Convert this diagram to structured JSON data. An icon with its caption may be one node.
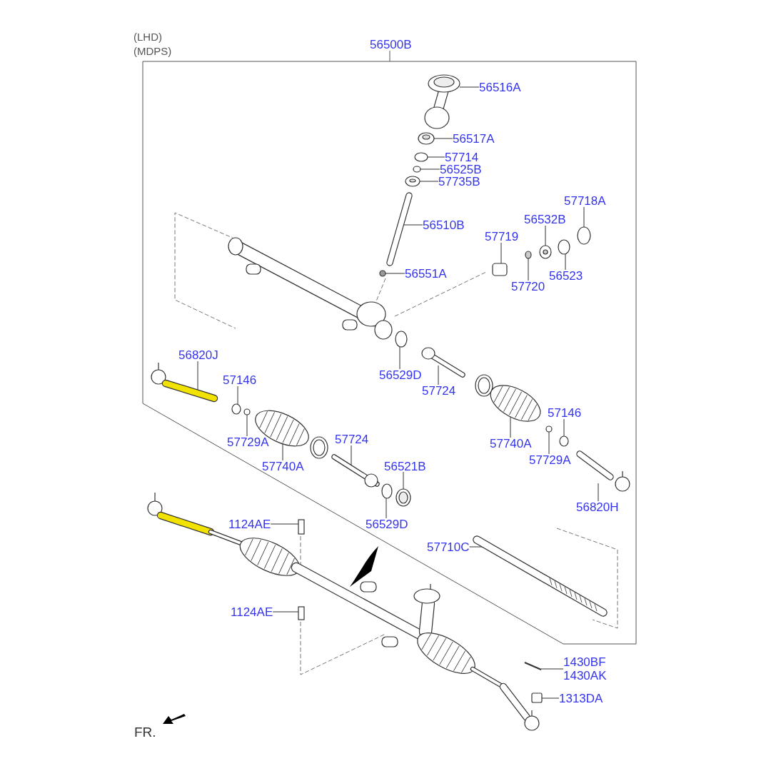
{
  "diagram": {
    "nodes": [
      {
        "text": [
          "56500B"
        ]
      },
      {
        "text": [
          "56516A"
        ],
        "in": 0
      },
      {
        "text": [
          "56517A"
        ],
        "in": 0
      },
      {
        "text": [
          "57714"
        ],
        "in": 0
      },
      {
        "text": [
          "56525B"
        ],
        "in": 0
      },
      {
        "text": [
          "57735B"
        ],
        "in": 0
      },
      {
        "text": [
          "56510B"
        ],
        "in": 0
      },
      {
        "text": [
          "56551A"
        ],
        "in": 0
      },
      {
        "text": [
          "57718A"
        ],
        "in": 0
      },
      {
        "text": [
          "56532B"
        ],
        "in": 0
      },
      {
        "text": [
          "57719"
        ],
        "in": 0
      },
      {
        "text": [
          "56523"
        ],
        "in": 0
      },
      {
        "text": [
          "57720"
        ],
        "in": 0
      },
      {
        "text": [
          "56529D"
        ],
        "in": 0
      },
      {
        "text": [
          "57724"
        ],
        "in": 0
      },
      {
        "text": [
          "56820J"
        ],
        "in": 0
      },
      {
        "text": [
          "57146"
        ],
        "in": 0
      },
      {
        "text": [
          "57729A"
        ],
        "in": 0
      },
      {
        "text": [
          "57740A"
        ],
        "in": 0
      },
      {
        "text": [
          "57724"
        ],
        "in": 0
      },
      {
        "text": [
          "56521B"
        ],
        "in": 0
      },
      {
        "text": [
          "56529D"
        ],
        "in": 0
      },
      {
        "text": [
          "57740A"
        ],
        "in": 0
      },
      {
        "text": [
          "57146"
        ],
        "in": 0
      },
      {
        "text": [
          "57729A"
        ],
        "in": 0
      },
      {
        "text": [
          "56820H"
        ],
        "in": 0
      },
      {
        "text": [
          "57710C"
        ],
        "in": 0
      },
      {
        "text": [
          "1124AE"
        ]
      },
      {
        "text": [
          "1124AE"
        ]
      },
      {
        "text": [
          "1430BF",
          "1430AK"
        ]
      },
      {
        "text": [
          "1313DA"
        ]
      },
      {
        "text": [],
        "shape": "picture",
        "in": 0
      },
      {
        "text": [],
        "shape": "picture",
        "in": 0
      },
      {
        "text": [],
        "shape": "circle",
        "in": 0
      },
      {
        "text": [],
        "shape": "circle",
        "in": 0
      },
      {
        "text": [],
        "shape": "picture",
        "in": 0
      },
      {
        "text": [],
        "shape": "picture",
        "in": 0
      },
      {
        "text": [],
        "shape": "circle",
        "in": 0
      },
      {
        "text": [],
        "shape": "circle",
        "in": 0
      },
      {
        "text": [],
        "shape": "picture",
        "in": 0
      },
      {
        "text": [],
        "shape": "box",
        "in": 0
      },
      {
        "text": [],
        "shape": "circle",
        "in": 0
      },
      {
        "text": [],
        "shape": "circle",
        "in": 0
      },
      {
        "text": [],
        "shape": "circle",
        "in": 0
      },
      {
        "text": [],
        "shape": "picture",
        "in": 0
      },
      {
        "text": [],
        "shape": "picture",
        "in": 0
      },
      {
        "text": [],
        "shape": "circle",
        "in": 0
      },
      {
        "text": [],
        "shape": "circle",
        "in": 0
      },
      {
        "text": [],
        "shape": "picture",
        "in": 0
      },
      {
        "text": [],
        "shape": "picture",
        "in": 0
      },
      {
        "text": [],
        "shape": "picture",
        "in": 0
      },
      {
        "text": [],
        "shape": "circle",
        "in": 0
      },
      {
        "text": [],
        "shape": "picture",
        "in": 0
      },
      {
        "text": [],
        "shape": "circle",
        "in": 0
      },
      {
        "text": [],
        "shape": "circle",
        "in": 0
      },
      {
        "text": [],
        "shape": "picture",
        "in": 0
      },
      {
        "text": [],
        "shape": "picture",
        "in": 0
      },
      {
        "text": [],
        "shape": "box"
      },
      {
        "text": [],
        "shape": "box"
      },
      {
        "text": [],
        "shape": "picture"
      },
      {
        "text": [],
        "shape": "box"
      }
    ],
    "edges": [
      {
        "from": 1,
        "to": 31,
        "arrow": "none"
      },
      {
        "from": 2,
        "to": 32,
        "arrow": "none"
      },
      {
        "from": 3,
        "to": 33,
        "arrow": "none"
      },
      {
        "from": 4,
        "to": 34,
        "arrow": "none"
      },
      {
        "from": 5,
        "to": 35,
        "arrow": "none"
      },
      {
        "from": 6,
        "to": 36,
        "arrow": "none"
      },
      {
        "from": 7,
        "to": 37,
        "arrow": "none"
      },
      {
        "from": 8,
        "to": 38,
        "arrow": "none"
      },
      {
        "from": 9,
        "to": 39,
        "arrow": "none"
      },
      {
        "from": 10,
        "to": 40,
        "arrow": "none"
      },
      {
        "from": 11,
        "to": 41,
        "arrow": "none"
      },
      {
        "from": 12,
        "to": 42,
        "arrow": "none"
      },
      {
        "from": 13,
        "to": 43,
        "arrow": "none"
      },
      {
        "from": 14,
        "to": 44,
        "arrow": "none"
      },
      {
        "from": 15,
        "to": 45,
        "arrow": "none"
      },
      {
        "from": 16,
        "to": 46,
        "arrow": "none"
      },
      {
        "from": 17,
        "to": 47,
        "arrow": "none"
      },
      {
        "from": 18,
        "to": 48,
        "arrow": "none"
      },
      {
        "from": 19,
        "to": 49,
        "arrow": "none"
      },
      {
        "from": 20,
        "to": 50,
        "arrow": "none"
      },
      {
        "from": 21,
        "to": 51,
        "arrow": "none"
      },
      {
        "from": 22,
        "to": 52,
        "arrow": "none"
      },
      {
        "from": 23,
        "to": 53,
        "arrow": "none"
      },
      {
        "from": 24,
        "to": 54,
        "arrow": "none"
      },
      {
        "from": 25,
        "to": 55,
        "arrow": "none"
      },
      {
        "from": 26,
        "to": 56,
        "arrow": "none"
      },
      {
        "from": 27,
        "to": 57,
        "arrow": "none"
      },
      {
        "from": 28,
        "to": 58,
        "arrow": "none"
      },
      {
        "from": 29,
        "to": 59,
        "arrow": "none"
      },
      {
        "from": 30,
        "to": 60,
        "arrow": "none"
      }
    ],
    "labels": [
      "(LHD)",
      "(MDPS)",
      "FR."
    ]
  }
}
